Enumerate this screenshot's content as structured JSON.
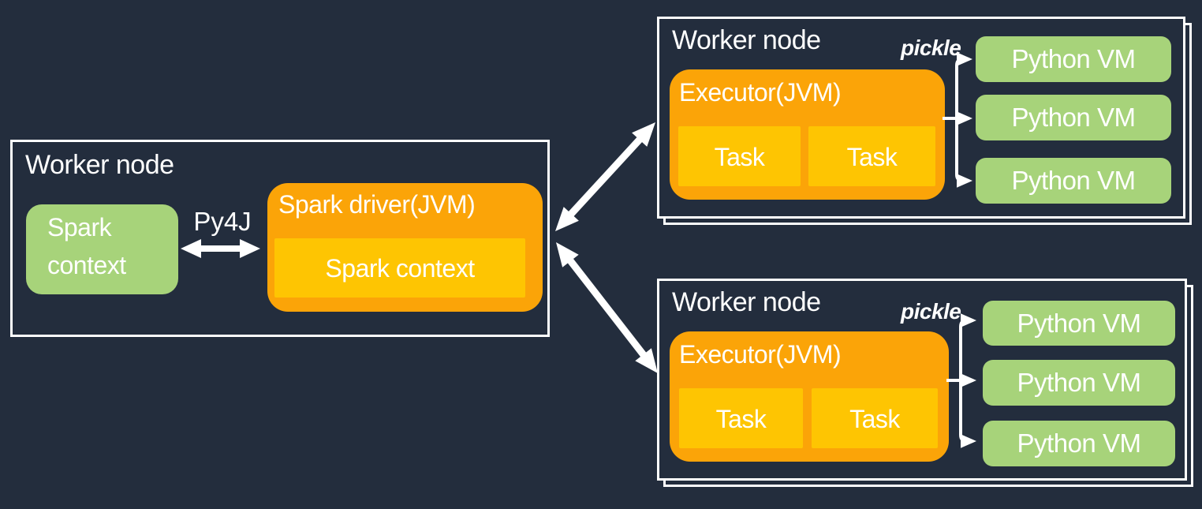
{
  "colors": {
    "background": "#232d3d",
    "green": "#a7d37a",
    "orange": "#fba408",
    "yellow": "#fec502",
    "border_white": "#ffffff"
  },
  "driver_node": {
    "title": "Worker node",
    "spark_context": {
      "line1": "Spark",
      "line2": "context"
    },
    "py4j_label": "Py4J",
    "driver_box": {
      "title": "Spark driver(JVM)",
      "inner_label": "Spark context"
    }
  },
  "worker_top": {
    "title": "Worker node",
    "pickle_label": "pickle",
    "executor": {
      "title": "Executor(JVM)",
      "tasks": [
        "Task",
        "Task"
      ]
    },
    "python_vms": [
      "Python VM",
      "Python VM",
      "Python VM"
    ]
  },
  "worker_bottom": {
    "title": "Worker node",
    "pickle_label": "pickle",
    "executor": {
      "title": "Executor(JVM)",
      "tasks": [
        "Task",
        "Task"
      ]
    },
    "python_vms": [
      "Python VM",
      "Python VM",
      "Python VM"
    ]
  }
}
